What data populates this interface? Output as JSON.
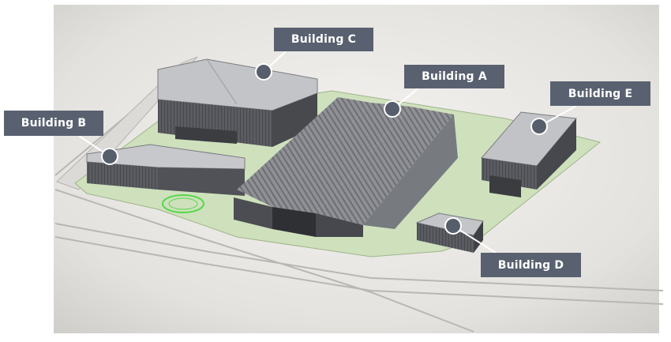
{
  "labels": {
    "building_c": "Building C",
    "building_a": "Building A",
    "building_b": "Building B",
    "building_e": "Building E",
    "building_d": "Building D"
  },
  "colors": {
    "label_bg": "#596170",
    "label_text": "#ffffff",
    "marker": "#575e6b",
    "background": "#e9e7e3",
    "lawn": "#c9ddb4",
    "roof": "#bdbfc3",
    "wall": "#55575c"
  }
}
